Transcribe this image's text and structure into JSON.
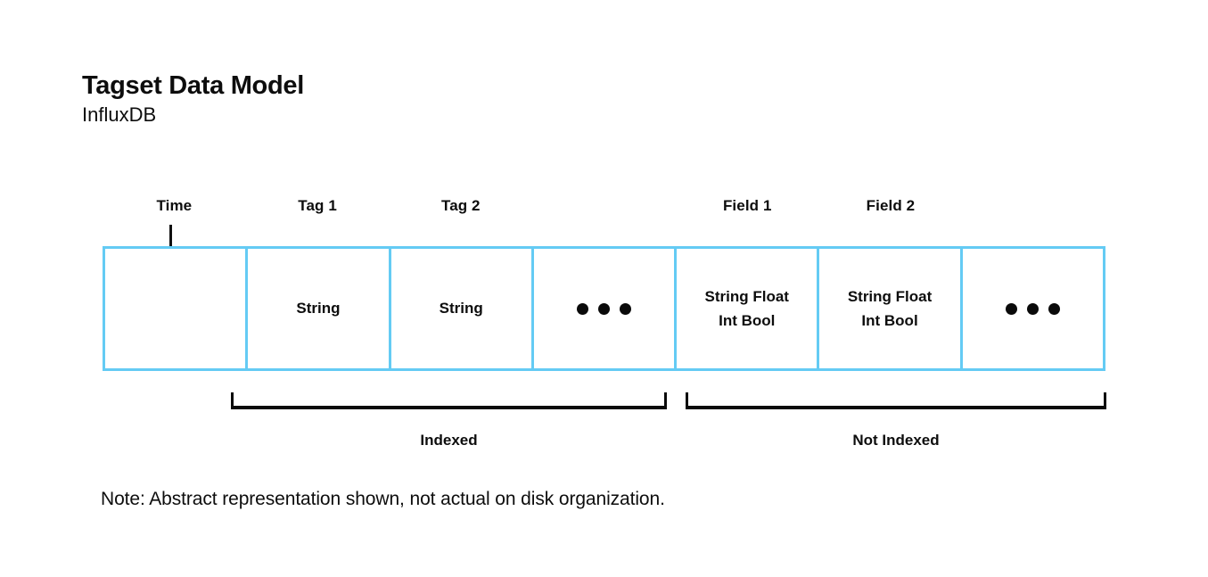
{
  "page": {
    "title": "Tagset Data Model",
    "subtitle": "InfluxDB",
    "note": "Note: Abstract representation shown, not actual on disk organization."
  },
  "table": {
    "headers": [
      "Time",
      "Tag 1",
      "Tag 2",
      "",
      "Field 1",
      "Field 2",
      ""
    ],
    "cells": [
      {
        "type": "empty",
        "label": ""
      },
      {
        "type": "text",
        "label": "String"
      },
      {
        "type": "text",
        "label": "String"
      },
      {
        "type": "dots",
        "icon": "ellipsis-dots"
      },
      {
        "type": "text2",
        "line1": "String Float",
        "line2": "Int Bool"
      },
      {
        "type": "text2",
        "line1": "String Float",
        "line2": "Int Bool"
      },
      {
        "type": "dots",
        "icon": "ellipsis-dots"
      }
    ]
  },
  "brackets": {
    "indexed_label": "Indexed",
    "not_indexed_label": "Not Indexed"
  },
  "colors": {
    "box_border": "#64cbf4",
    "ink": "#0d0d0d"
  }
}
